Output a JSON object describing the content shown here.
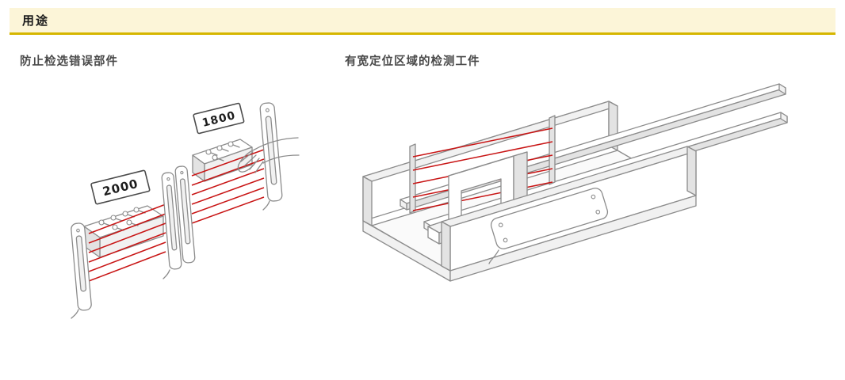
{
  "header": {
    "title": "用途"
  },
  "figures": [
    {
      "caption": "防止检选错误部件",
      "labels": [
        "2000",
        "1800"
      ]
    },
    {
      "caption": "有宽定位区域的检测工件",
      "labels": []
    }
  ],
  "colors": {
    "header-bg": "#fcf5d8",
    "header-border": "#d6b600",
    "beam": "#c81414",
    "line": "#8c8c8c",
    "caption-text": "#4a4a4a"
  }
}
